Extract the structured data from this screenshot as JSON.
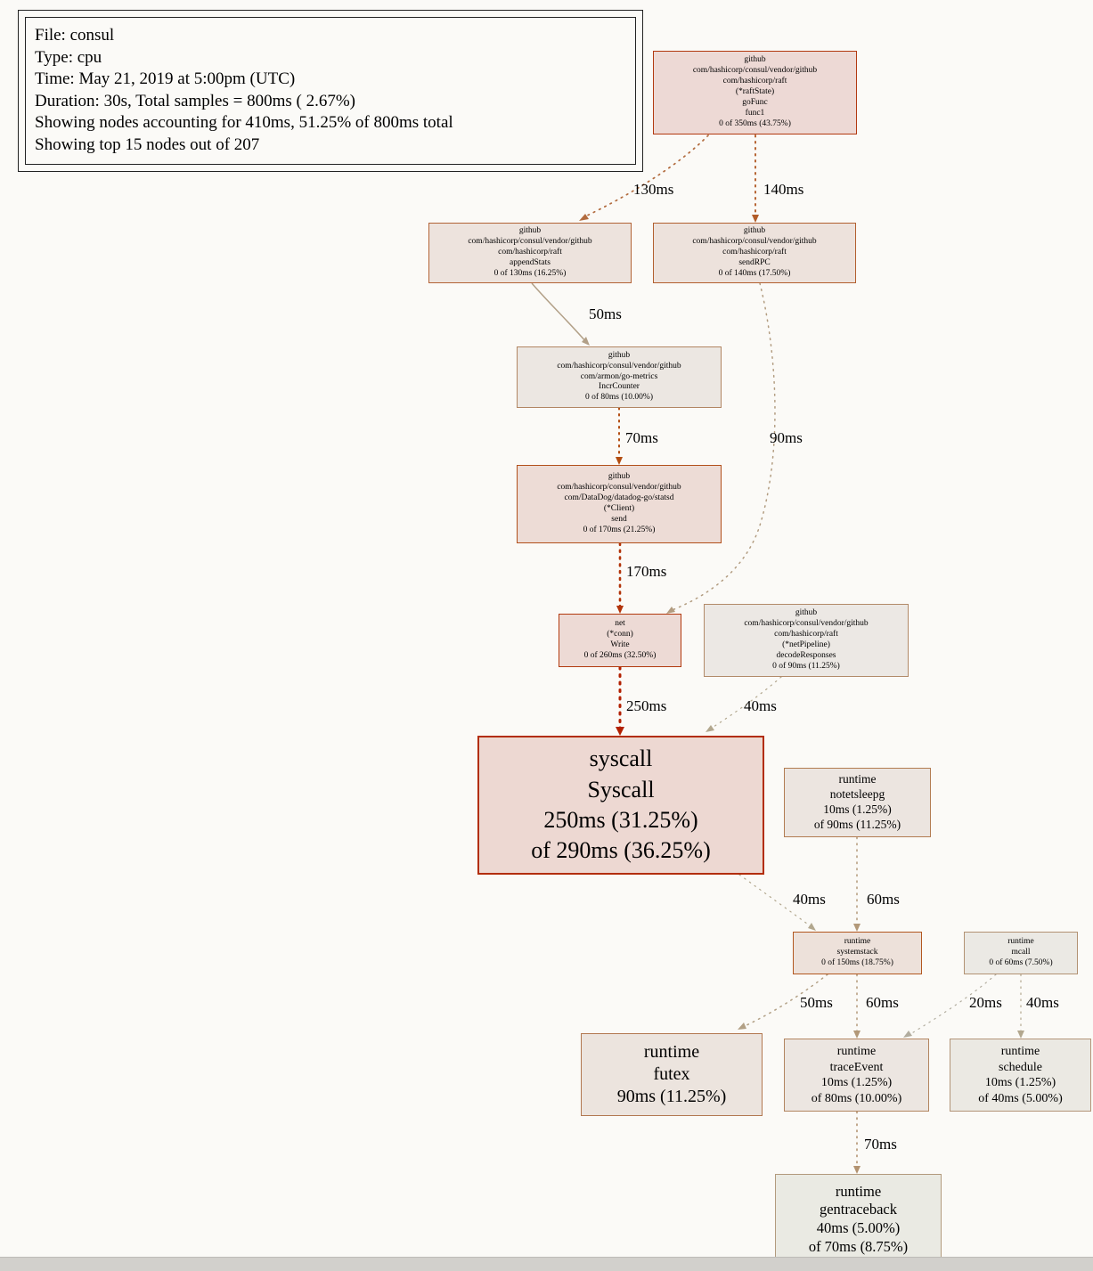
{
  "legend": {
    "lines": [
      "File: consul",
      "Type: cpu",
      "Time: May 21, 2019 at 5:00pm (UTC)",
      "Duration: 30s, Total samples = 800ms ( 2.67%)",
      "Showing nodes accounting for 410ms, 51.25% of 800ms total",
      "Showing top 15 nodes out of 207"
    ]
  },
  "nodes": {
    "gofunc": {
      "lines": [
        "github",
        "com/hashicorp/consul/vendor/github",
        "com/hashicorp/raft",
        "(*raftState)",
        "goFunc",
        "func1",
        "0 of 350ms (43.75%)"
      ],
      "fill": "#edd9d5",
      "stroke": "#b23910"
    },
    "appendstats": {
      "lines": [
        "github",
        "com/hashicorp/consul/vendor/github",
        "com/hashicorp/raft",
        "appendStats",
        "0 of 130ms (16.25%)"
      ],
      "fill": "#ede3dd",
      "stroke": "#b26336"
    },
    "sendrpc": {
      "lines": [
        "github",
        "com/hashicorp/consul/vendor/github",
        "com/hashicorp/raft",
        "sendRPC",
        "0 of 140ms (17.50%)"
      ],
      "fill": "#ede2dc",
      "stroke": "#b25f2f"
    },
    "incrcounter": {
      "lines": [
        "github",
        "com/hashicorp/consul/vendor/github",
        "com/armon/go-metrics",
        "IncrCounter",
        "0 of 80ms (10.00%)"
      ],
      "fill": "#ece7e2",
      "stroke": "#b28663"
    },
    "send": {
      "lines": [
        "github",
        "com/hashicorp/consul/vendor/github",
        "com/DataDog/datadog-go/statsd",
        "(*Client)",
        "send",
        "0 of 170ms (21.25%)"
      ],
      "fill": "#eddcd6",
      "stroke": "#b2501b"
    },
    "write": {
      "lines": [
        "net",
        "(*conn)",
        "Write",
        "0 of 260ms (32.50%)"
      ],
      "fill": "#eddad5",
      "stroke": "#b23a0e"
    },
    "decoderesponses": {
      "lines": [
        "github",
        "com/hashicorp/consul/vendor/github",
        "com/hashicorp/raft",
        "(*netPipeline)",
        "decodeResponses",
        "0 of 90ms (11.25%)"
      ],
      "fill": "#ece8e4",
      "stroke": "#b28a69"
    },
    "syscall": {
      "lines": [
        "syscall",
        "Syscall",
        "250ms (31.25%)",
        "of 290ms (36.25%)"
      ],
      "fill": "#edd8d2",
      "stroke": "#b22d05"
    },
    "notetsleepg": {
      "lines": [
        "runtime",
        "notetsleepg",
        "10ms (1.25%)",
        "of 90ms (11.25%)"
      ],
      "fill": "#ece5e0",
      "stroke": "#b27c52"
    },
    "systemstack": {
      "lines": [
        "runtime",
        "systemstack",
        "0 of 150ms (18.75%)"
      ],
      "fill": "#ede1da",
      "stroke": "#b2571f"
    },
    "mcall": {
      "lines": [
        "runtime",
        "mcall",
        "0 of 60ms (7.50%)"
      ],
      "fill": "#ebe9e4",
      "stroke": "#b29273"
    },
    "futex": {
      "lines": [
        "runtime",
        "futex",
        "90ms (11.25%)"
      ],
      "fill": "#ece4de",
      "stroke": "#b27850"
    },
    "traceevent": {
      "lines": [
        "runtime",
        "traceEvent",
        "10ms (1.25%)",
        "of 80ms (10.00%)"
      ],
      "fill": "#ece6e1",
      "stroke": "#b28560"
    },
    "schedule": {
      "lines": [
        "runtime",
        "schedule",
        "10ms (1.25%)",
        "of 40ms (5.00%)"
      ],
      "fill": "#ebe9e3",
      "stroke": "#b29478"
    },
    "gentraceback": {
      "lines": [
        "runtime",
        "gentraceback",
        "40ms (5.00%)",
        "of 70ms (8.75%)"
      ],
      "fill": "#eaeae3",
      "stroke": "#b29a7d"
    }
  },
  "edges": [
    {
      "from": "gofunc",
      "to": "appendstats",
      "label": "130ms",
      "color": "#b26b3e"
    },
    {
      "from": "gofunc",
      "to": "sendrpc",
      "label": "140ms",
      "color": "#b25c28"
    },
    {
      "from": "appendstats",
      "to": "incrcounter",
      "label": "50ms",
      "color": "#b2a088"
    },
    {
      "from": "incrcounter",
      "to": "send",
      "label": "70ms",
      "color": "#b24c10"
    },
    {
      "from": "sendrpc",
      "to": "write",
      "label": "90ms",
      "color": "#b29c80"
    },
    {
      "from": "send",
      "to": "write",
      "label": "170ms",
      "color": "#b23309"
    },
    {
      "from": "write",
      "to": "syscall",
      "label": "250ms",
      "color": "#b22000"
    },
    {
      "from": "decoderesponses",
      "to": "syscall",
      "label": "40ms",
      "color": "#b2a78e"
    },
    {
      "from": "syscall",
      "to": "systemstack",
      "label": "40ms",
      "color": "#b2a78e"
    },
    {
      "from": "notetsleepg",
      "to": "systemstack",
      "label": "60ms",
      "color": "#b29878"
    },
    {
      "from": "systemstack",
      "to": "futex",
      "label": "50ms",
      "color": "#b2a085"
    },
    {
      "from": "systemstack",
      "to": "traceevent",
      "label": "60ms",
      "color": "#b29878"
    },
    {
      "from": "mcall",
      "to": "traceevent",
      "label": "20ms",
      "color": "#b2ad9f"
    },
    {
      "from": "mcall",
      "to": "schedule",
      "label": "40ms",
      "color": "#b2a78e"
    },
    {
      "from": "traceevent",
      "to": "gentraceback",
      "label": "70ms",
      "color": "#b29270"
    }
  ]
}
